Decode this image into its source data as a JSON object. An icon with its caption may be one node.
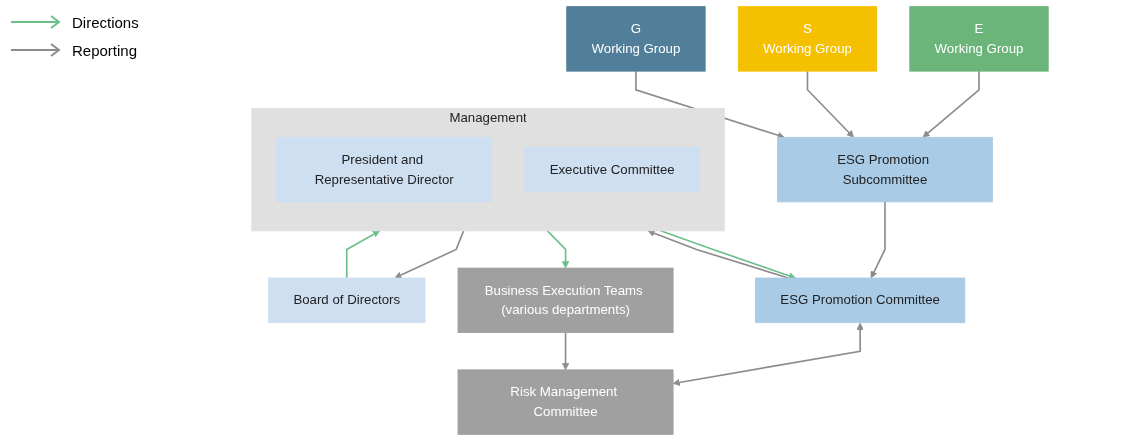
{
  "diagram": {
    "nodes": [
      {
        "text": [
          "Board of Directors"
        ]
      },
      {
        "text": [
          "Management"
        ]
      },
      {
        "text": [
          "President and Representative Director"
        ],
        "in": 1
      },
      {
        "text": [
          "Executive Committee"
        ],
        "in": 1
      },
      {
        "text": [
          "ESG Promotion Committee"
        ]
      },
      {
        "text": [
          "Risk Management Committee"
        ]
      },
      {
        "text": [
          "ESG Promotion Subcommittee"
        ]
      },
      {
        "text": [
          "Business Execution Teams (various departments)"
        ]
      },
      {
        "text": [
          "E",
          "Working Group"
        ]
      },
      {
        "text": [
          "S",
          "Working Group"
        ]
      },
      {
        "text": [
          "G",
          "Working Group"
        ]
      }
    ],
    "edges": [
      {
        "from": 1,
        "to": 0,
        "arrow": "to"
      },
      {
        "from": 0,
        "to": 1,
        "arrow": "to",
        "color": "#6dbf8a"
      },
      {
        "from": 4,
        "to": 1,
        "arrow": "to"
      },
      {
        "from": 1,
        "to": 4,
        "arrow": "to",
        "color": "#6dbf8a"
      },
      {
        "from": 1,
        "to": 7,
        "arrow": "to",
        "color": "#6dbf8a"
      },
      {
        "from": 4,
        "to": 5,
        "arrow": "both"
      },
      {
        "from": 6,
        "to": 4,
        "arrow": "to"
      },
      {
        "from": 7,
        "to": 5,
        "arrow": "to"
      },
      {
        "from": 8,
        "to": 6,
        "arrow": "to"
      },
      {
        "from": 9,
        "to": 6,
        "arrow": "to"
      },
      {
        "from": 10,
        "to": 6,
        "arrow": "to"
      }
    ],
    "legend": [
      {
        "text": "Directions"
      },
      {
        "text": "Reporting"
      }
    ]
  }
}
